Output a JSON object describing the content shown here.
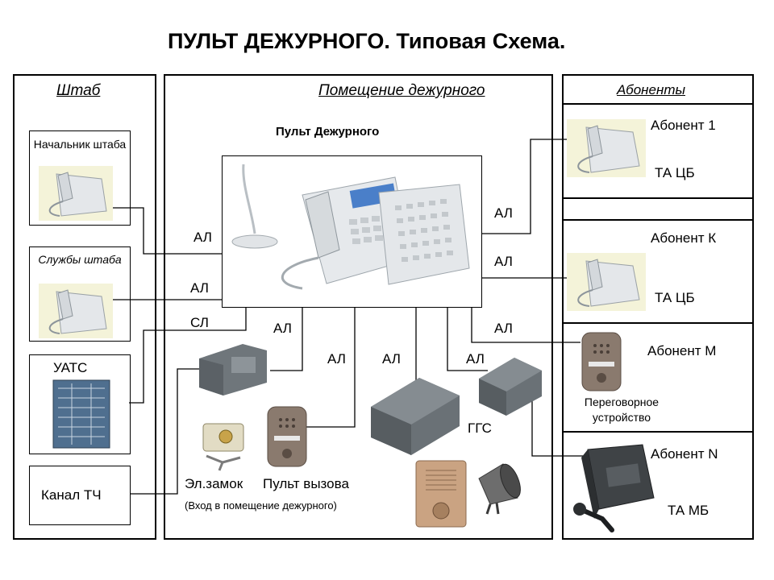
{
  "title": "ПУЛЬТ ДЕЖУРНОГО. Типовая Схема.",
  "sections": {
    "hq": "Штаб",
    "duty_room": "Помещение дежурного",
    "subscribers": "Абоненты"
  },
  "console": {
    "label": "Пульт Дежурного"
  },
  "hq_items": {
    "chief": "Начальник штаба",
    "services": "Службы штаба",
    "pbx": "УАТС",
    "channel": "Канал ТЧ"
  },
  "subscriber_items": {
    "a1_name": "Абонент 1",
    "a1_type": "ТА ЦБ",
    "ak_name": "Абонент К",
    "ak_type": "ТА ЦБ",
    "am_name": "Абонент М",
    "am_device": "Переговорное устройство",
    "an_name": "Абонент N",
    "an_type": "ТА МБ"
  },
  "line_labels": {
    "al": "АЛ",
    "sl": "СЛ",
    "ggs": "ГГС"
  },
  "entry": {
    "lock": "Эл.замок",
    "call_panel": "Пульт вызова",
    "note": "(Вход в помещение дежурного)"
  },
  "colors": {
    "device_gray": "#6f767b",
    "phone_white": "#e9ecef",
    "intercom_brown": "#8a7a6e",
    "pbx_blue": "#4f6f8f"
  }
}
